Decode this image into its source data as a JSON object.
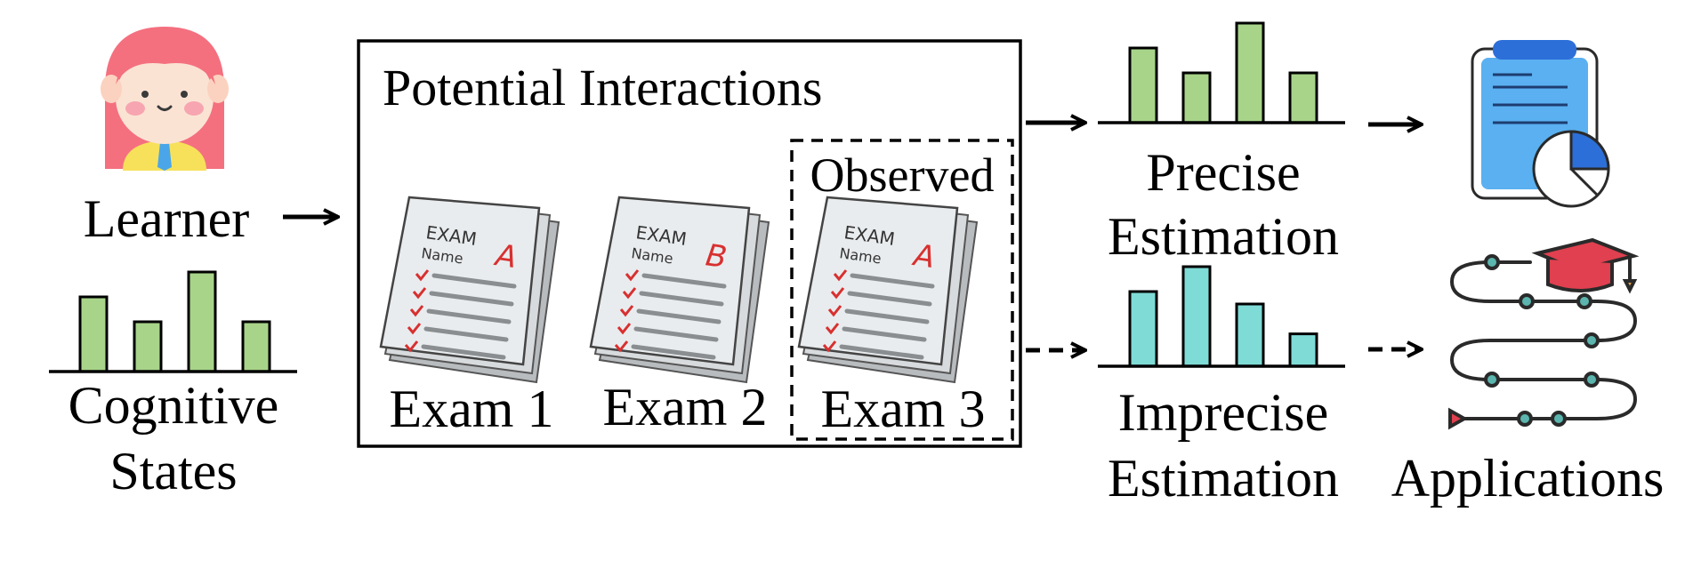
{
  "learner": {
    "label": "Learner",
    "states_label_line1": "Cognitive",
    "states_label_line2": "States",
    "state_values": [
      3,
      2,
      4,
      2
    ]
  },
  "interactions": {
    "title": "Potential Interactions",
    "observed_label": "Observed",
    "exams": [
      {
        "label": "Exam 1",
        "sheet_title": "EXAM",
        "sheet_field": "Name",
        "grade": "A"
      },
      {
        "label": "Exam 2",
        "sheet_title": "EXAM",
        "sheet_field": "Name",
        "grade": "B"
      },
      {
        "label": "Exam 3",
        "sheet_title": "EXAM",
        "sheet_field": "Name",
        "grade": "A"
      }
    ]
  },
  "precise": {
    "label_line1": "Precise",
    "label_line2": "Estimation",
    "values": [
      3,
      2,
      4,
      2
    ]
  },
  "imprecise": {
    "label_line1": "Imprecise",
    "label_line2": "Estimation",
    "values": [
      3,
      4,
      2.5,
      1.3
    ]
  },
  "applications": {
    "label": "Applications"
  },
  "colors": {
    "green_bar": "#a8d48a",
    "teal_bar": "#7fdbd6",
    "face_pink": "#f4707f",
    "clipboard_blue": "#5ab0f0",
    "cap_red": "#e0404f"
  }
}
